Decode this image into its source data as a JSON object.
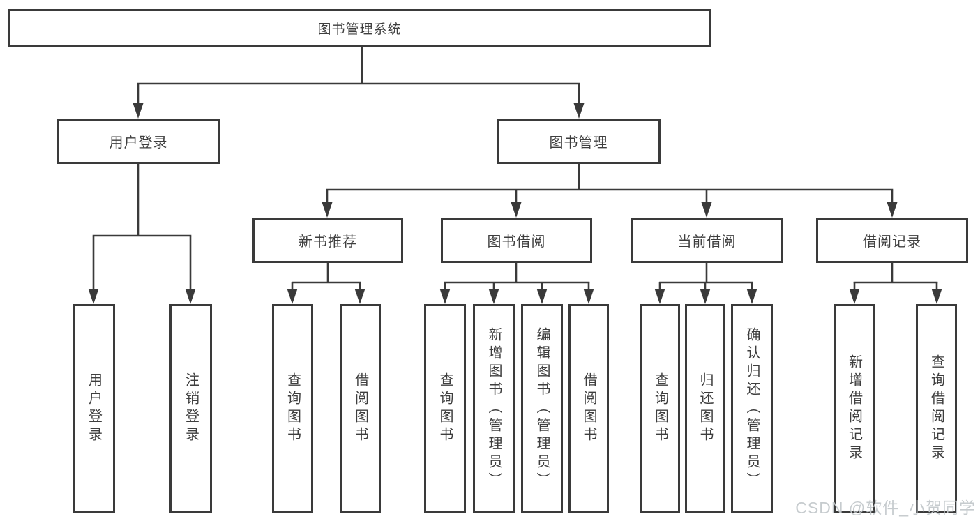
{
  "diagram": {
    "type": "hierarchy-tree",
    "root": {
      "label": "图书管理系统",
      "children": [
        {
          "label": "用户登录",
          "children": [
            {
              "label": "用户登录"
            },
            {
              "label": "注销登录"
            }
          ]
        },
        {
          "label": "图书管理",
          "children": [
            {
              "label": "新书推荐",
              "children": [
                {
                  "label": "查询图书"
                },
                {
                  "label": "借阅图书"
                }
              ]
            },
            {
              "label": "图书借阅",
              "children": [
                {
                  "label": "查询图书"
                },
                {
                  "label": "新增图书（管理员）"
                },
                {
                  "label": "编辑图书（管理员）"
                },
                {
                  "label": "借阅图书"
                }
              ]
            },
            {
              "label": "当前借阅",
              "children": [
                {
                  "label": "查询图书"
                },
                {
                  "label": "归还图书"
                },
                {
                  "label": "确认归还（管理员）"
                }
              ]
            },
            {
              "label": "借阅记录",
              "children": [
                {
                  "label": "新增借阅记录"
                },
                {
                  "label": "查询借阅记录"
                }
              ]
            }
          ]
        }
      ]
    }
  },
  "colors": {
    "line": "#3a3a3a",
    "text": "#3e3e3e",
    "background": "#ffffff",
    "watermark": "#c3c8cb"
  },
  "watermark": {
    "text": "CSDN @软件_小贺同学"
  }
}
